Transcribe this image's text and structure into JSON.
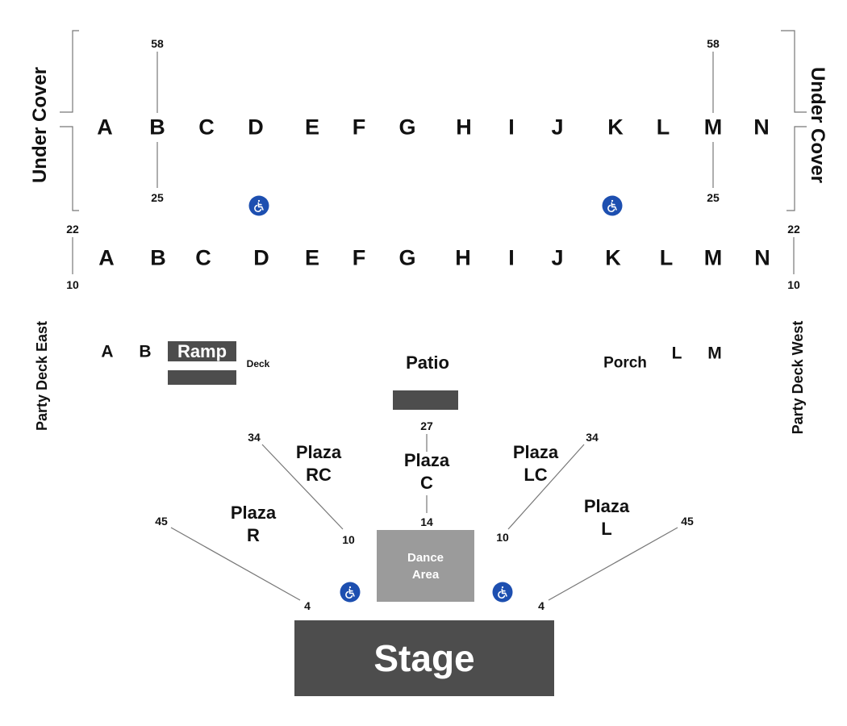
{
  "under_cover_label": "Under Cover",
  "upper_rows": [
    "A",
    "B",
    "C",
    "D",
    "E",
    "F",
    "G",
    "H",
    "I",
    "J",
    "K",
    "L",
    "M",
    "N"
  ],
  "lower_rows": [
    "A",
    "B",
    "C",
    "D",
    "E",
    "F",
    "G",
    "H",
    "I",
    "J",
    "K",
    "L",
    "M",
    "N"
  ],
  "seat_numbers": {
    "upper_b_top": "58",
    "upper_b_bottom": "25",
    "upper_m_top": "58",
    "upper_m_bottom": "25",
    "lower_left_top": "22",
    "lower_left_bottom": "10",
    "lower_right_top": "22",
    "lower_right_bottom": "10"
  },
  "party_deck_east_label": "Party Deck East",
  "party_deck_west_label": "Party Deck West",
  "deck_east_rows": [
    "A",
    "B"
  ],
  "ramp_label": "Ramp",
  "deck_label": "Deck",
  "patio_label": "Patio",
  "porch_label": "Porch",
  "deck_west_rows": [
    "L",
    "M"
  ],
  "plaza": {
    "r": {
      "line1": "Plaza",
      "line2": "R",
      "outer": "45",
      "inner": "4"
    },
    "rc": {
      "line1": "Plaza",
      "line2": "RC",
      "outer": "34",
      "inner": "10"
    },
    "c": {
      "line1": "Plaza",
      "line2": "C",
      "outer": "27",
      "inner": "14"
    },
    "lc": {
      "line1": "Plaza",
      "line2": "LC",
      "outer": "34",
      "inner": "10"
    },
    "l": {
      "line1": "Plaza",
      "line2": "L",
      "outer": "45",
      "inner": "4"
    }
  },
  "dance_area": {
    "line1": "Dance",
    "line2": "Area"
  },
  "stage_label": "Stage",
  "colors": {
    "block": "#4d4d4d",
    "dance_area": "#9b9b9b",
    "accessible": "#1d4fb0",
    "lines": "#777777"
  },
  "icons": {
    "accessible": "wheelchair-icon"
  }
}
